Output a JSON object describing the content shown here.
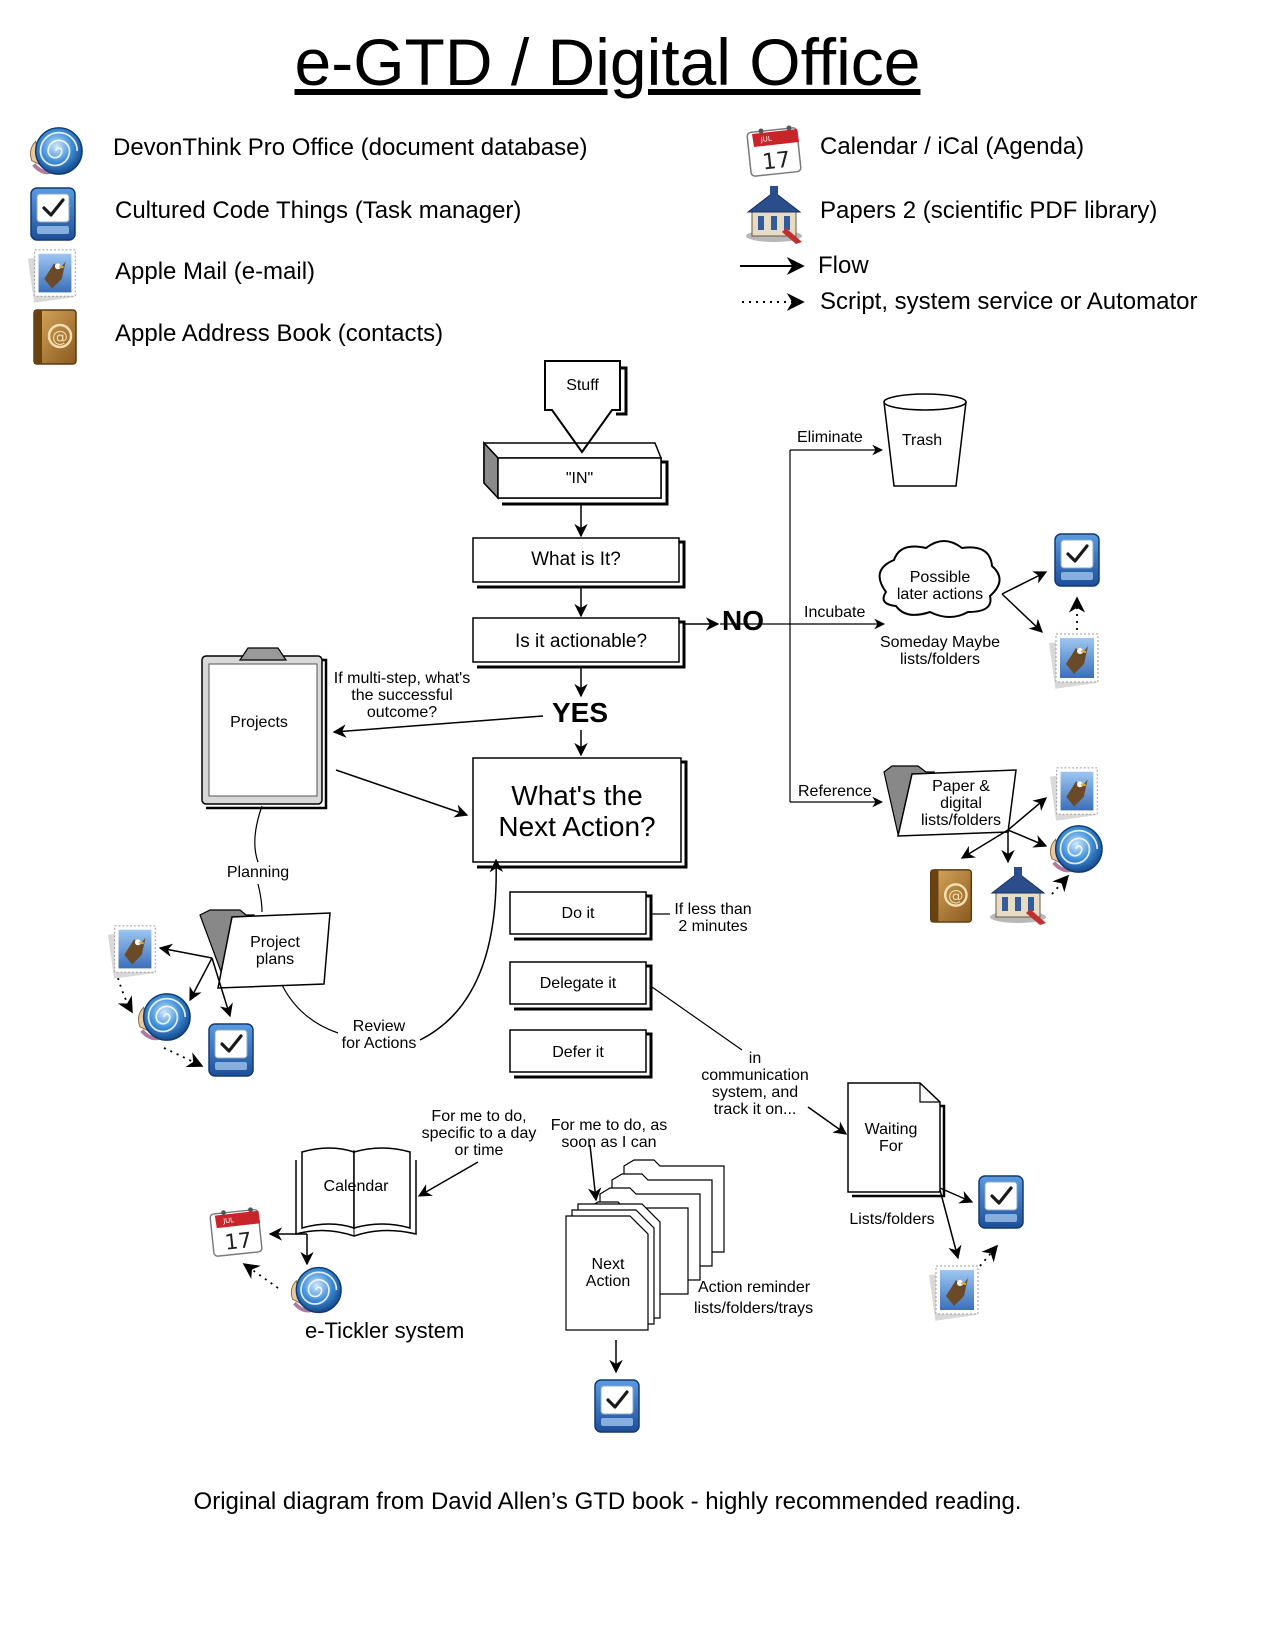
{
  "title": "e-GTD / Digital Office",
  "legend": {
    "devonthink": "DevonThink Pro Office (document database)",
    "things": "Cultured Code Things (Task manager)",
    "mail": "Apple Mail (e-mail)",
    "addressbook": "Apple Address Book (contacts)",
    "calendar": "Calendar / iCal (Agenda)",
    "papers": "Papers 2 (scientific PDF library)",
    "flow": "Flow",
    "script": "Script, system service or Automator"
  },
  "icons": {
    "devonthink": "nautilus-shell-icon",
    "things": "checkbox-tray-icon",
    "mail": "stamp-eagle-icon",
    "addressbook": "address-book-icon",
    "calendar": "calendar-17-icon",
    "papers": "library-building-icon",
    "calendar_day": "17",
    "calendar_month": "JUL"
  },
  "flowchart": {
    "stuff": "Stuff",
    "in": "\"IN\"",
    "what_is_it": "What is It?",
    "actionable": "Is it  actionable?",
    "no": "NO",
    "yes": "YES",
    "next_action_line1": "What's the",
    "next_action_line2": "Next Action?",
    "multistep": [
      "If multi-step, what's",
      "the successful",
      "outcome?"
    ],
    "projects": "Projects",
    "planning": "Planning",
    "project_plans": [
      "Project",
      "plans"
    ],
    "review": [
      "Review",
      "for Actions"
    ],
    "do_it": "Do it",
    "less_than": [
      "If less than",
      "2 minutes"
    ],
    "delegate_it": "Delegate it",
    "defer_it": "Defer it",
    "communication": [
      "in",
      "communication",
      "system, and",
      "track it on..."
    ],
    "waiting_for": [
      "Waiting",
      "For"
    ],
    "lists_folders": "Lists/folders",
    "specific_day": [
      "For me to do,",
      "specific to a day",
      "or time"
    ],
    "asap": [
      "For me to do, as",
      "soon as I can"
    ],
    "calendar": "Calendar",
    "next_action_stack": [
      "Next",
      "Action"
    ],
    "action_reminder": [
      "Action reminder",
      "lists/folders/trays"
    ],
    "eticker": "e-Tickler system",
    "eliminate": "Eliminate",
    "trash": "Trash",
    "incubate": "Incubate",
    "possible": [
      "Possible",
      "later actions"
    ],
    "someday": [
      "Someday Maybe",
      "lists/folders"
    ],
    "reference": "Reference",
    "paper_digital": [
      "Paper &",
      "digital",
      "lists/folders"
    ]
  },
  "footer": "Original diagram from David Allen’s GTD book - highly recommended reading."
}
